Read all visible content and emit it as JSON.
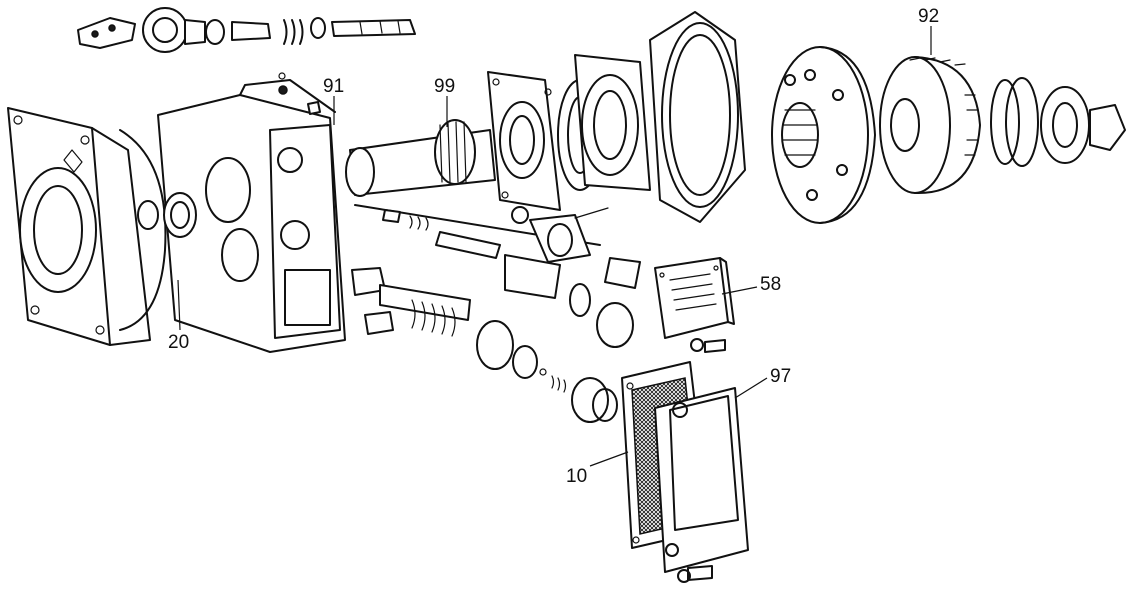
{
  "callouts": {
    "c92": "92",
    "c91": "91",
    "c99": "99",
    "c58": "58",
    "c20": "20",
    "c97": "97",
    "c10": "10"
  },
  "colors": {
    "ink": "#111111",
    "paper": "#ffffff"
  }
}
